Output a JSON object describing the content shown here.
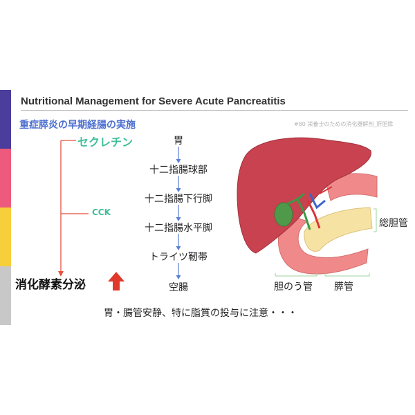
{
  "slide": {
    "title": "Nutritional Management for Severe Acute Pancreatitis",
    "source_tag": "#80 栄養士のための消化器解剖_肝胆膵",
    "subtitle": "重症膵炎の早期経腸の実施",
    "hormones": {
      "secretin": "セクレチン",
      "cck": "CCK"
    },
    "result_label": "消化酵素分泌",
    "route": [
      "胃",
      "十二指腸球部",
      "十二指腸下行脚",
      "十二指腸水平脚",
      "トライツ靭帯",
      "空腸"
    ],
    "anatomy_labels": {
      "common_bile_duct": "総胆管",
      "gallbladder_duct": "胆のう管",
      "pancreatic_duct": "膵管"
    },
    "note": "胃・腸管安静、特に脂質の投与に注意・・・",
    "colors": {
      "accent_bars": [
        "#4b3d9c",
        "#ee5a7d",
        "#f6cf3a",
        "#c8c8c8"
      ],
      "subtitle": "#4d6fd0",
      "hormone": "#3fbf9a",
      "connector": "#e4533f",
      "flow_arrow": "#5a7fd6",
      "up_arrow": "#e0392b"
    },
    "icons": [
      "up-arrow-icon",
      "liver-pancreas-illustration"
    ]
  }
}
